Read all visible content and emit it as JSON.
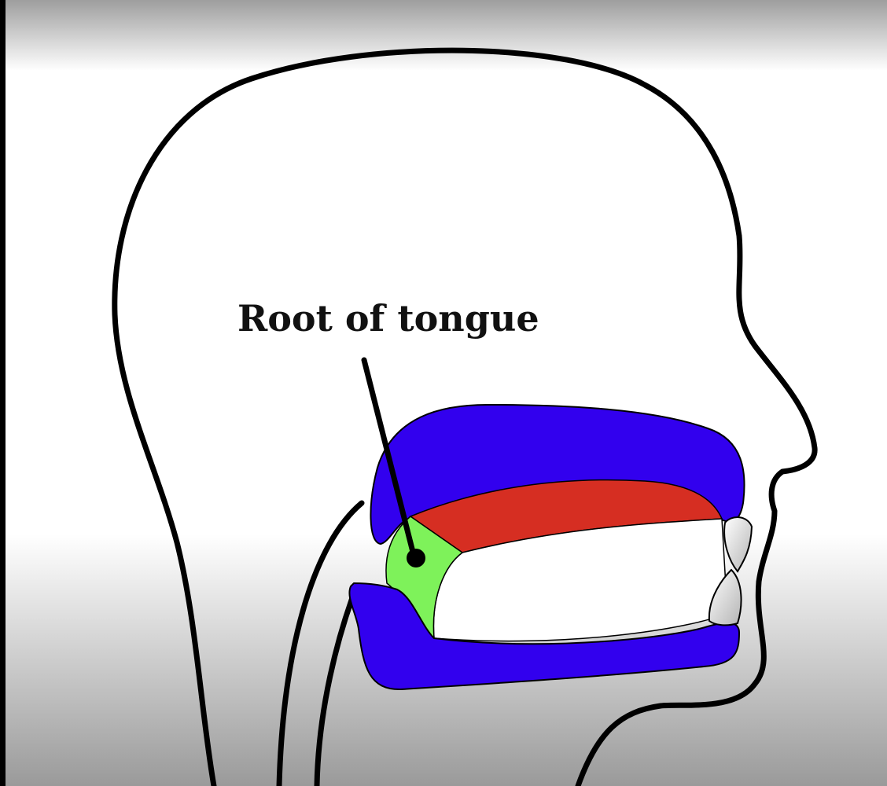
{
  "label": {
    "text": "Root of tongue"
  },
  "colors": {
    "upper_jaw": "#3200ee",
    "lower_jaw": "#3200ee",
    "palate": "#d62e22",
    "tongue_root": "#7ef25a",
    "outline": "#000000",
    "teeth": "#d8d8d8",
    "background_edge": "#9a9a9a"
  },
  "icons": {
    "head": "head-profile-outline",
    "pointer": "pointer-line-with-dot"
  }
}
